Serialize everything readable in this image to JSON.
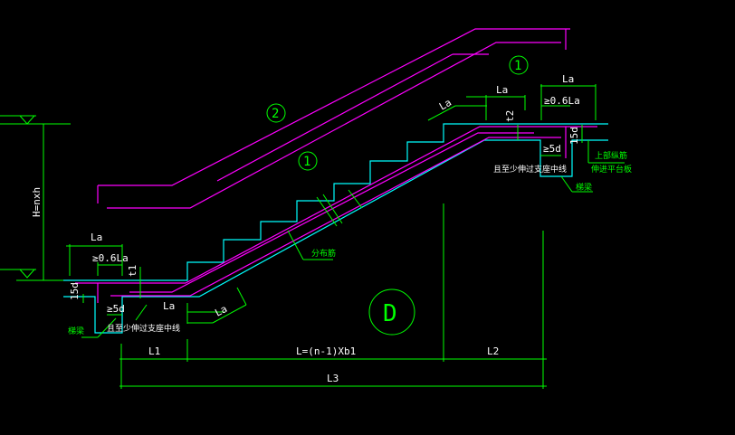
{
  "drawing": {
    "height_label": "H=nxh",
    "circle_labels": {
      "bar_1_lower": "1",
      "bar_2": "2",
      "bar_1_upper": "1",
      "slab_type": "D"
    },
    "left_support": {
      "la_top": "La",
      "anchor_min": "≥0.6La",
      "hook": "15d",
      "t1": "t1",
      "min_5d": "≥5d",
      "la_bottom": "La",
      "la_slope": "La",
      "note": "且至少伸过支座中线",
      "beam_label": "梯梁"
    },
    "right_support": {
      "la_slope": "La",
      "la_top": "La",
      "anchor_min": "≥0.6La",
      "t2": "t2",
      "hook": "15d",
      "min_5d": "≥5d",
      "note": "且至少伸过支座中线",
      "top_bar_note_1": "上部纵筋",
      "top_bar_note_2": "伸进平台板",
      "beam_label": "梯梁"
    },
    "distribution_bar_label": "分布筋",
    "dimensions": {
      "l1": "L1",
      "l": "L=(n-1)Xb1",
      "l2": "L2",
      "l3": "L3"
    }
  },
  "colors": {
    "dimension": "#00ff00",
    "concrete": "#00ffff",
    "rebar": "#ff00ff",
    "text": "#ffffff"
  }
}
